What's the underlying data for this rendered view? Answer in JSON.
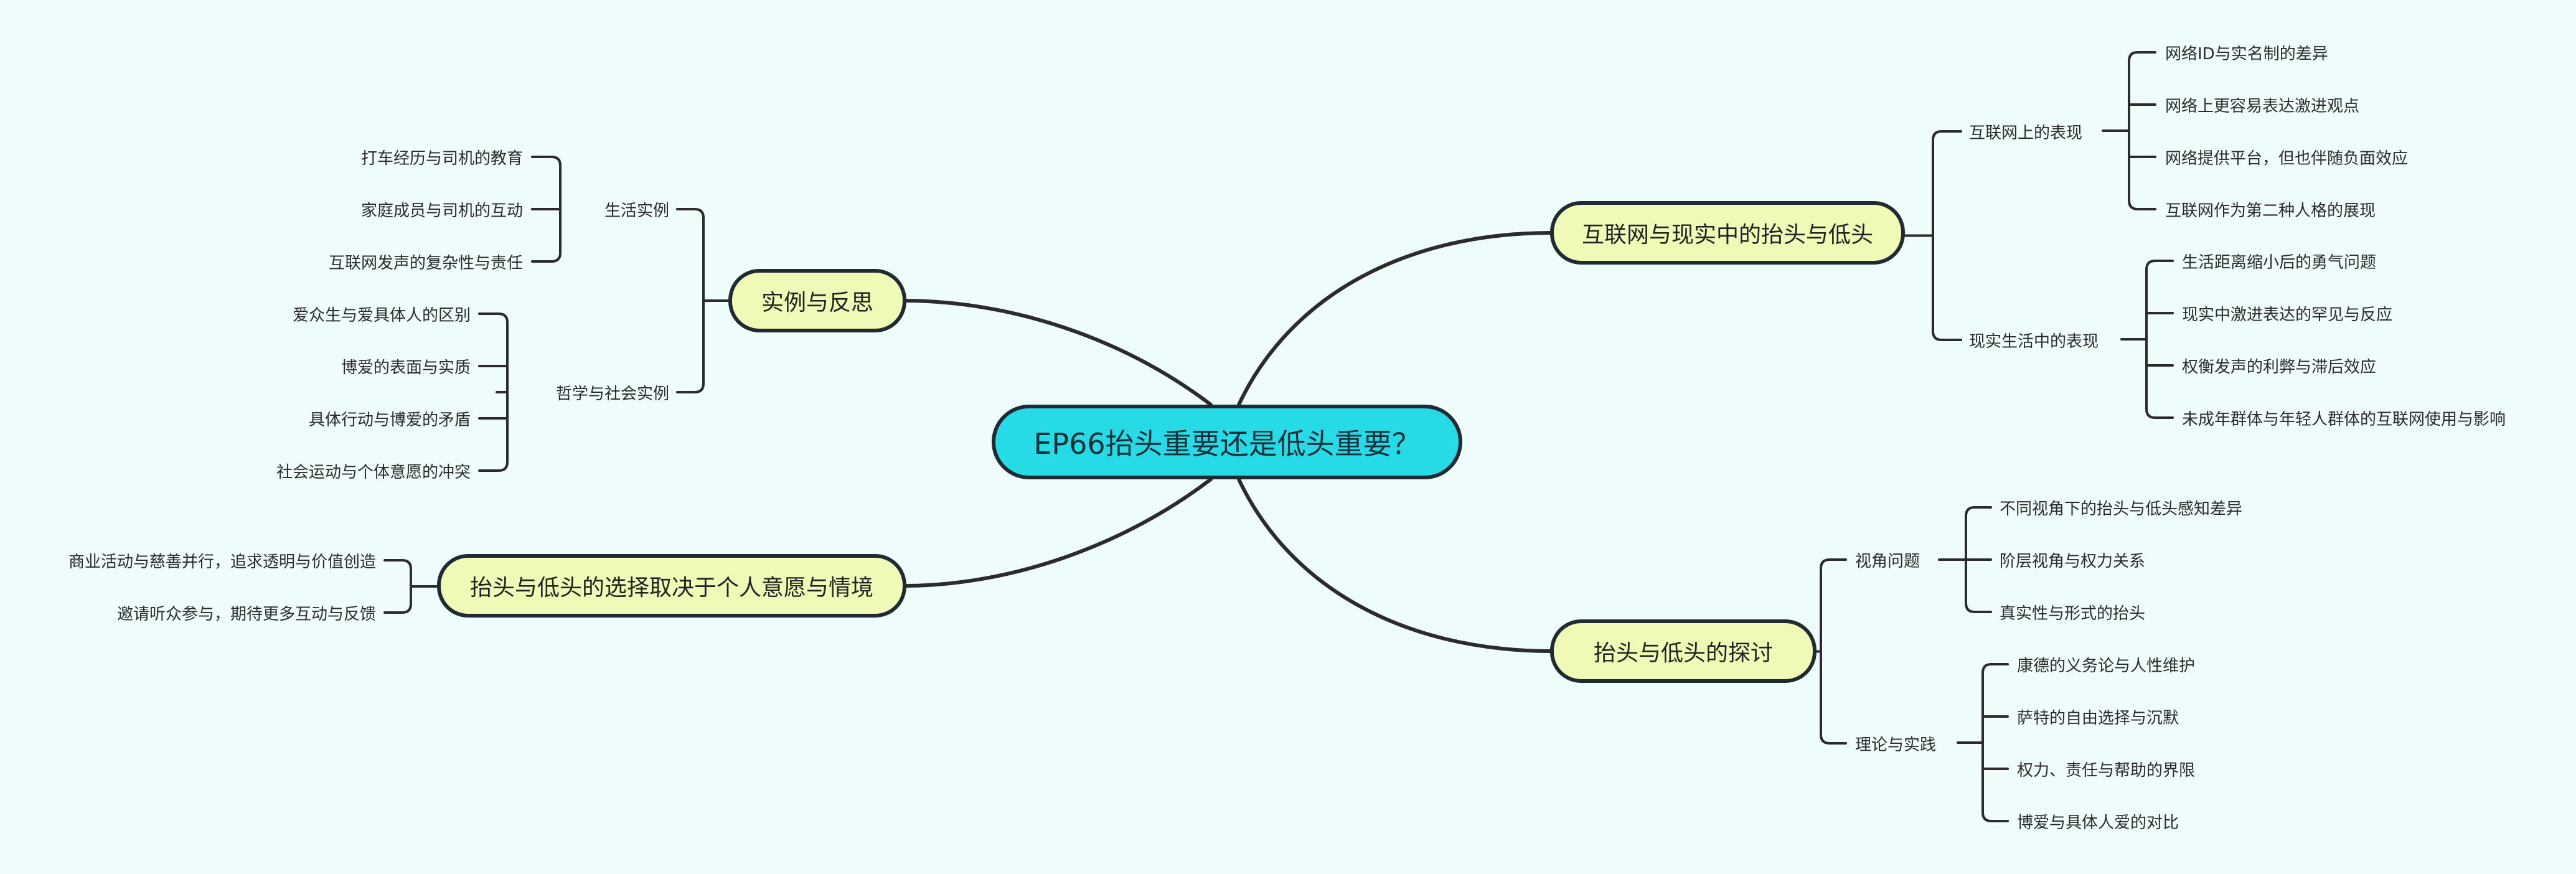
{
  "colors": {
    "background": "#eefcfc",
    "root_fill": "#26dbe6",
    "topic_fill": "#eefab5",
    "line": "#2b2b2b"
  },
  "root": "EP66抬头重要还是低头重要？",
  "branches": {
    "internet_reality": {
      "label": "互联网与现实中的抬头与低头",
      "internet": {
        "label": "互联网上的表现",
        "items": [
          "网络ID与实名制的差异",
          "网络上更容易表达激进观点",
          "网络提供平台，但也伴随负面效应",
          "互联网作为第二种人格的展现"
        ]
      },
      "real_life": {
        "label": "现实生活中的表现",
        "items": [
          "生活距离缩小后的勇气问题",
          "现实中激进表达的罕见与反应",
          "权衡发声的利弊与滞后效应",
          "未成年群体与年轻人群体的互联网使用与影响"
        ]
      }
    },
    "discussion": {
      "label": "抬头与低头的探讨",
      "perspective": {
        "label": "视角问题",
        "items": [
          "不同视角下的抬头与低头感知差异",
          "阶层视角与权力关系",
          "真实性与形式的抬头"
        ]
      },
      "theory": {
        "label": "理论与实践",
        "items": [
          "康德的义务论与人性维护",
          "萨特的自由选择与沉默",
          "权力、责任与帮助的界限",
          "博爱与具体人爱的对比"
        ]
      }
    },
    "examples": {
      "label": "实例与反思",
      "life": {
        "label": "生活实例",
        "items": [
          "打车经历与司机的教育",
          "家庭成员与司机的互动",
          "互联网发声的复杂性与责任"
        ]
      },
      "philosophy": {
        "label": "哲学与社会实例",
        "items": [
          "爱众生与爱具体人的区别",
          "博爱的表面与实质",
          "具体行动与博爱的矛盾",
          "社会运动与个体意愿的冲突"
        ]
      }
    },
    "choice": {
      "label": "抬头与低头的选择取决于个人意愿与情境",
      "items": [
        "商业活动与慈善并行，追求透明与价值创造",
        "邀请听众参与，期待更多互动与反馈"
      ]
    }
  }
}
